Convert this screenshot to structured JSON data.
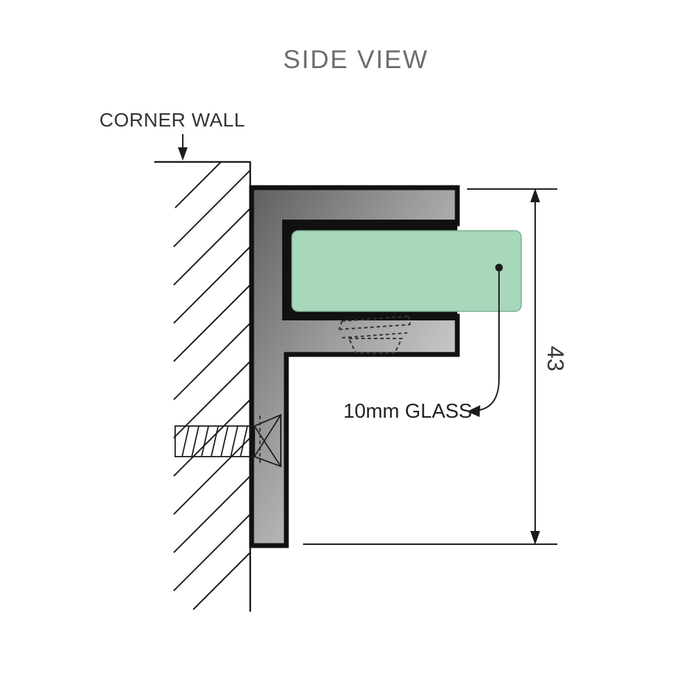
{
  "title": "SIDE VIEW",
  "labels": {
    "corner_wall": "CORNER WALL",
    "glass": "10mm GLASS",
    "dimension_height": "43"
  },
  "colors": {
    "background": "#ffffff",
    "line": "#1b1b1b",
    "title_text": "#6d6d6d",
    "label_text": "#333333",
    "glass_fill": "#a7d8bb",
    "glass_edge": "#7fae94",
    "metal_dark": "#5f5f5f",
    "metal_mid": "#9a9a9a",
    "metal_light": "#dedede",
    "slot_fill": "#111111",
    "hidden_detail": "#333333"
  }
}
